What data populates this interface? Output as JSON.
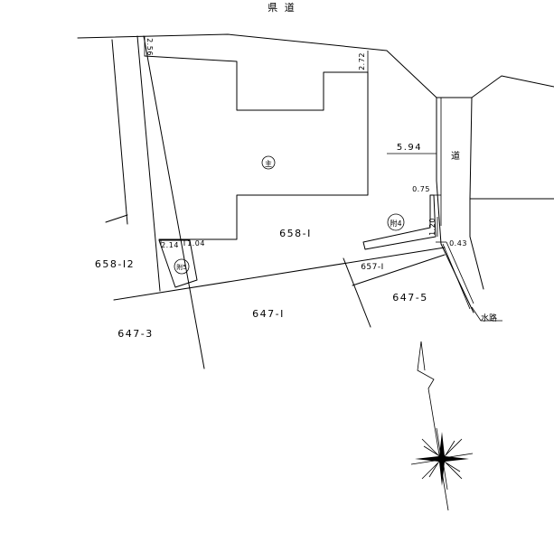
{
  "road_label": "県 道",
  "side_road_label": "道",
  "waterway_label": "水路",
  "parcels": {
    "p658_1": "658-I",
    "p658_12": "658-I2",
    "p647_1": "647-I",
    "p647_3": "647-3",
    "p647_5": "647-5",
    "p657_1": "657-I"
  },
  "buildings": {
    "main": "主",
    "annex4": "附4",
    "annex5": "附5"
  },
  "dimensions": {
    "d_2_56": "2.56",
    "d_2_72": "2.72",
    "d_5_94": "5.94",
    "d_0_75": "0.75",
    "d_1_20": "1.20",
    "d_0_43": "0.43",
    "d_2_14": "2.14",
    "d_1_04": "1.04"
  }
}
